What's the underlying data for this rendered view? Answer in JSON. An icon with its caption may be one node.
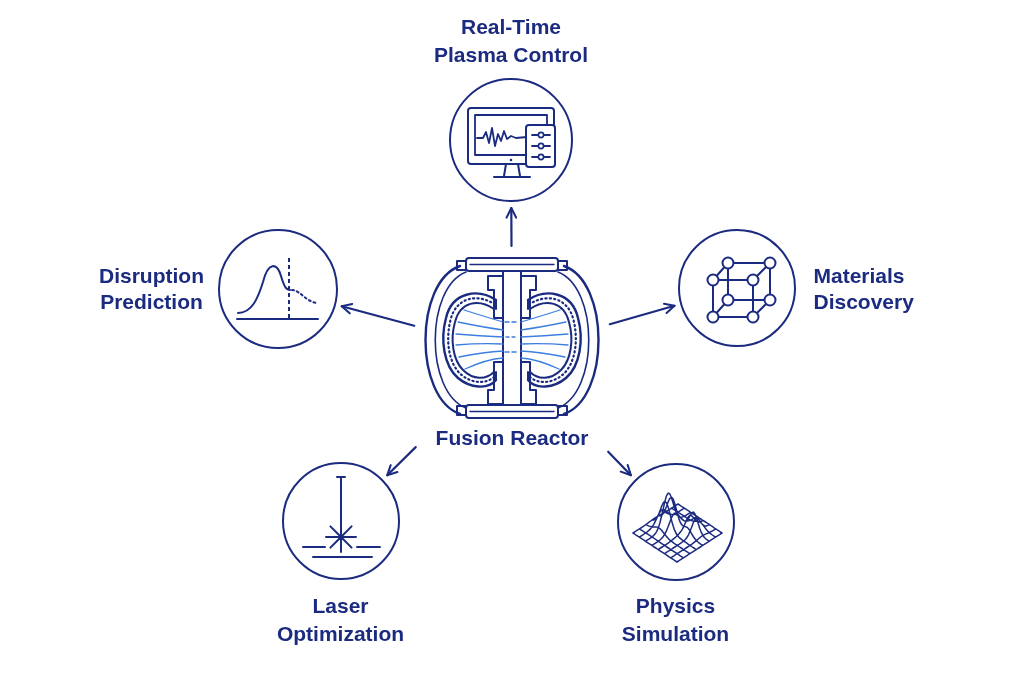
{
  "diagram": {
    "nodes": [
      {
        "text": [
          "Real-Time Plasma Control"
        ]
      },
      {
        "text": [
          "Disruption Prediction"
        ]
      },
      {
        "text": [
          "Fusion Reactor"
        ]
      },
      {
        "text": [
          "Materials Discovery"
        ]
      },
      {
        "text": [
          "Laser Optimization"
        ]
      },
      {
        "text": [
          "Physics Simulation"
        ]
      }
    ],
    "edges": [
      {
        "from": 2,
        "to": 0,
        "arrow": "to"
      },
      {
        "from": 2,
        "to": 1,
        "arrow": "to"
      },
      {
        "from": 2,
        "to": 3,
        "arrow": "to"
      },
      {
        "from": 2,
        "to": 4,
        "arrow": "to"
      },
      {
        "from": 2,
        "to": 5,
        "arrow": "to"
      }
    ]
  }
}
